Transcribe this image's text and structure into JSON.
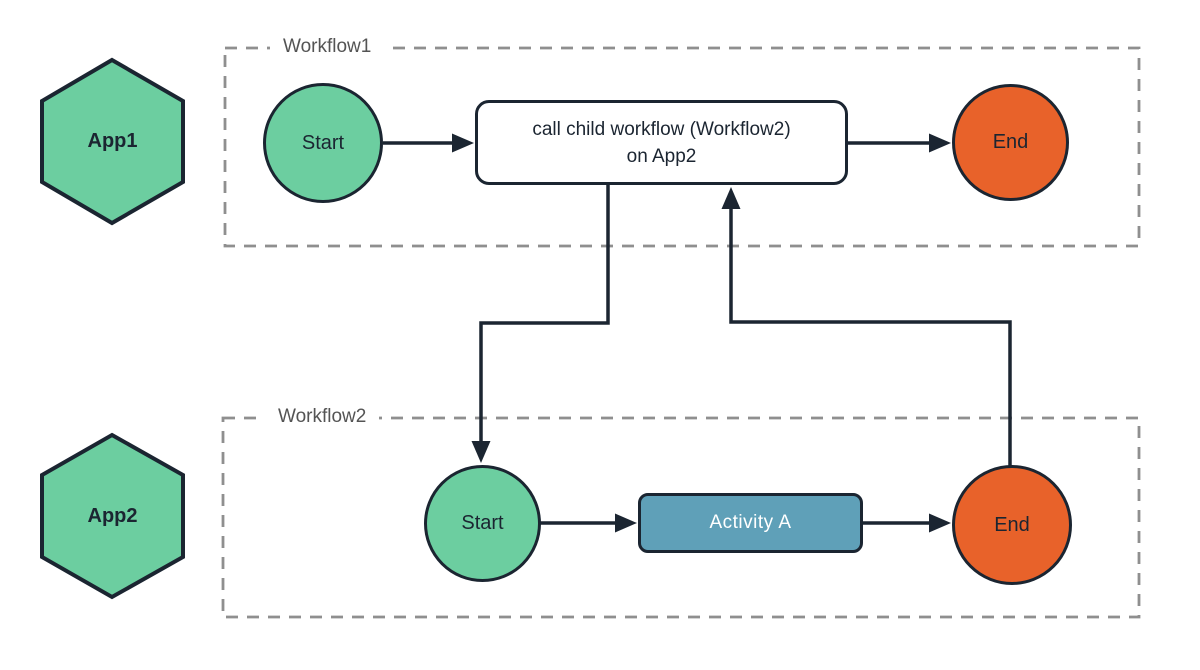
{
  "colors": {
    "ink": "#1b2531",
    "green": "#6ccea0",
    "orange": "#e8622a",
    "blue": "#5fa0b8",
    "dash": "#8f8f8f",
    "label": "#545454",
    "node_bg": "#ffffff"
  },
  "apps": [
    {
      "label": "App1"
    },
    {
      "label": "App2"
    }
  ],
  "workflows": [
    {
      "label": "Workflow1",
      "start_label": "Start",
      "call_line1": "call child workflow (Workflow2)",
      "call_line2": "on App2",
      "end_label": "End"
    },
    {
      "label": "Workflow2",
      "start_label": "Start",
      "activity_label": "Activity A",
      "end_label": "End"
    }
  ]
}
